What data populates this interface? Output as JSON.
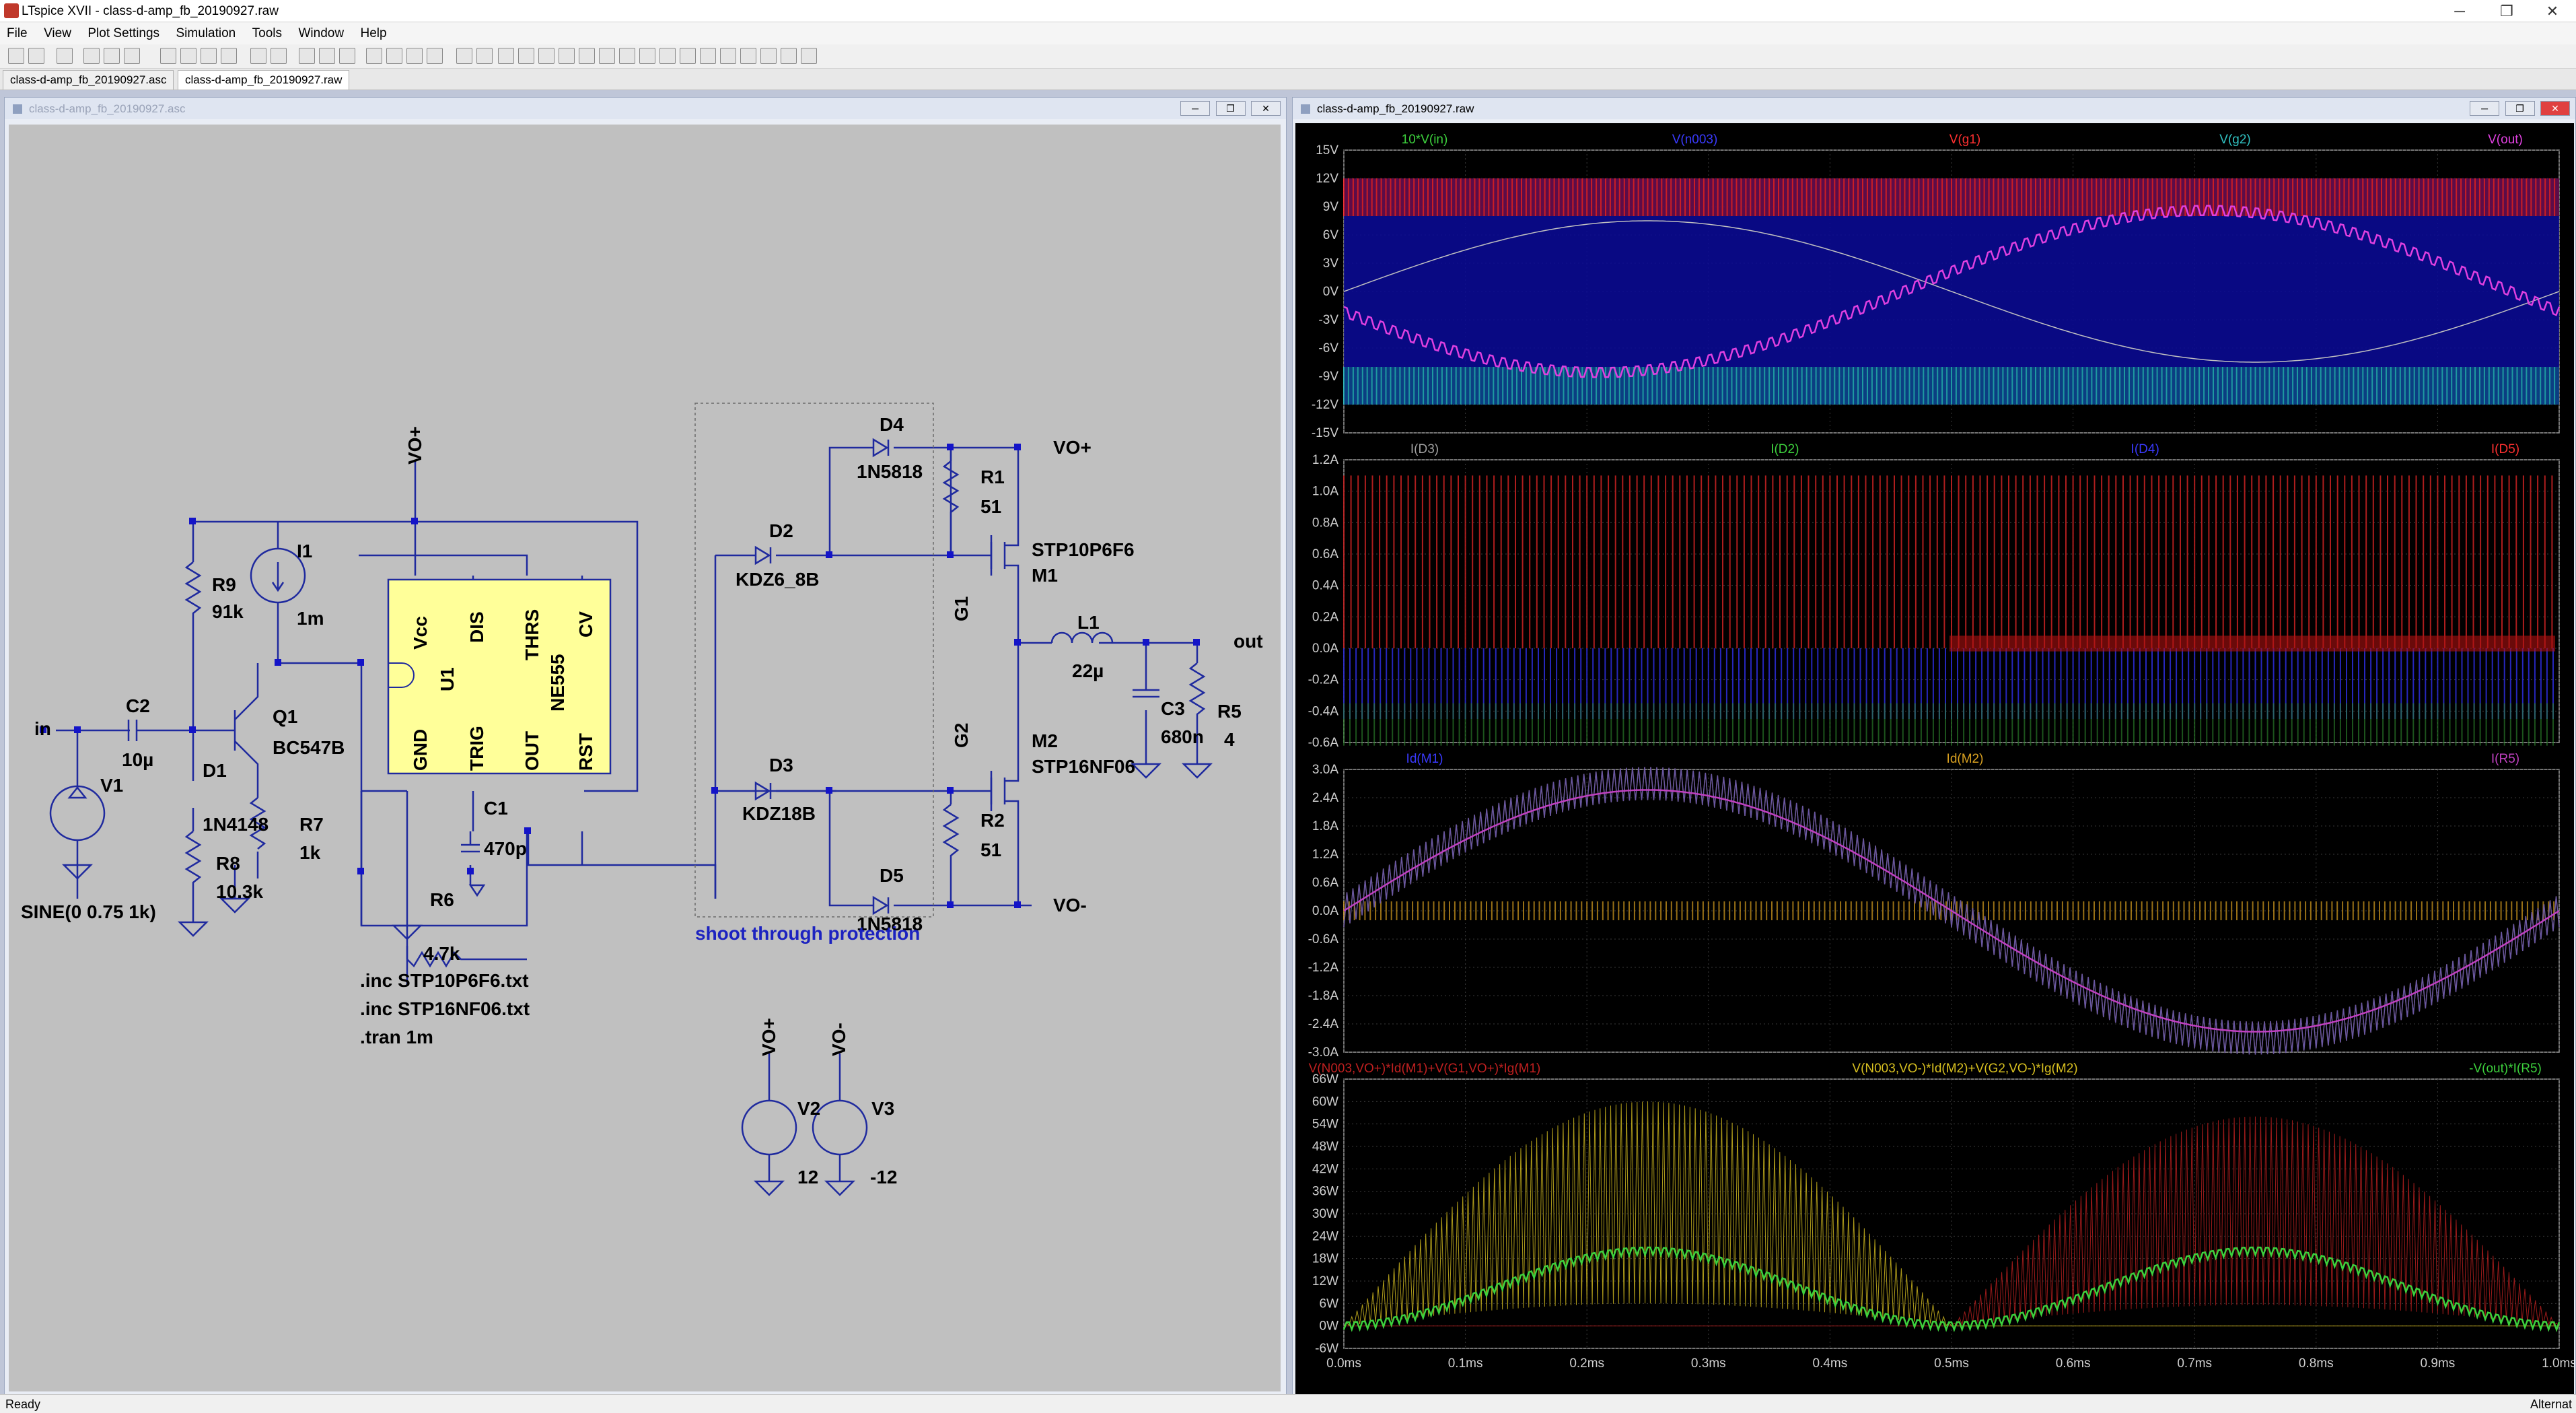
{
  "window": {
    "title": "LTspice XVII - class-d-amp_fb_20190927.raw",
    "minimize": "─",
    "maximize": "❐",
    "close": "✕"
  },
  "menu": [
    "File",
    "View",
    "Plot Settings",
    "Simulation",
    "Tools",
    "Window",
    "Help"
  ],
  "tabs": [
    "class-d-amp_fb_20190927.asc",
    "class-d-amp_fb_20190927.raw"
  ],
  "schematic_window": {
    "title": "class-d-amp_fb_20190927.asc",
    "labels": {
      "vo_plus_top": "VO+",
      "in": "in",
      "c2": "C2",
      "c2_val": "10µ",
      "v1": "V1",
      "v1_val": "SINE(0 0.75 1k)",
      "r9": "R9",
      "r9_val": "91k",
      "i1": "I1",
      "i1_val": "1m",
      "q1": "Q1",
      "q1_val": "BC547B",
      "d1": "D1",
      "d1_val": "1N4148",
      "r7": "R7",
      "r7_val": "1k",
      "r8": "R8",
      "r8_val": "10.3k",
      "u1": "U1",
      "ne555": "NE555",
      "pin_vcc": "Vcc",
      "pin_dis": "DIS",
      "pin_thrs": "THRS",
      "pin_cv": "CV",
      "pin_gnd": "GND",
      "pin_trig": "TRIG",
      "pin_out": "OUT",
      "pin_rst": "RST",
      "c1": "C1",
      "c1_val": "470p",
      "r6": "R6",
      "r6_val": "4.7k",
      "inc1": ".inc STP10P6F6.txt",
      "inc2": ".inc STP16NF06.txt",
      "tran": ".tran 1m",
      "d4": "D4",
      "d4_val": "1N5818",
      "d2": "D2",
      "d2_val": "KDZ6_8B",
      "d3": "D3",
      "d3_val": "KDZ18B",
      "d5": "D5",
      "d5_val": "1N5818",
      "r1": "R1",
      "r1_val": "51",
      "r2": "R2",
      "r2_val": "51",
      "m1": "M1",
      "m1_val": "STP10P6F6",
      "m2": "M2",
      "m2_val": "STP16NF06",
      "g1": "G1",
      "g2": "G2",
      "vo_plus": "VO+",
      "vo_minus": "VO-",
      "l1": "L1",
      "l1_val": "22µ",
      "c3": "C3",
      "c3_val": "680n",
      "r5": "R5",
      "r5_val": "4",
      "out": "out",
      "shoot": "shoot through protection",
      "v2": "V2",
      "v2_val": "12",
      "v3": "V3",
      "v3_val": "-12",
      "v2_net": "VO+",
      "v3_net": "VO-"
    }
  },
  "waveform_window": {
    "title": "class-d-amp_fb_20190927.raw",
    "x_ticks": [
      "0.0ms",
      "0.1ms",
      "0.2ms",
      "0.3ms",
      "0.4ms",
      "0.5ms",
      "0.6ms",
      "0.7ms",
      "0.8ms",
      "0.9ms",
      "1.0ms"
    ],
    "panes": [
      {
        "traces": [
          {
            "name": "10*V(in)",
            "color": "#3dd13d"
          },
          {
            "name": "V(n003)",
            "color": "#3a3aff"
          },
          {
            "name": "V(g1)",
            "color": "#ff3030"
          },
          {
            "name": "V(g2)",
            "color": "#30c0c0"
          },
          {
            "name": "V(out)",
            "color": "#e040e0"
          }
        ],
        "y_ticks": [
          "15V",
          "12V",
          "9V",
          "6V",
          "3V",
          "0V",
          "-3V",
          "-6V",
          "-9V",
          "-12V",
          "-15V"
        ]
      },
      {
        "traces": [
          {
            "name": "I(D3)",
            "color": "#a0a0a0"
          },
          {
            "name": "I(D2)",
            "color": "#3dd13d"
          },
          {
            "name": "I(D4)",
            "color": "#3a3aff"
          },
          {
            "name": "I(D5)",
            "color": "#ff3030"
          }
        ],
        "y_ticks": [
          "1.2A",
          "1.0A",
          "0.8A",
          "0.6A",
          "0.4A",
          "0.2A",
          "0.0A",
          "-0.2A",
          "-0.4A",
          "-0.6A"
        ]
      },
      {
        "traces": [
          {
            "name": "Id(M1)",
            "color": "#3a3aff"
          },
          {
            "name": "Id(M2)",
            "color": "#d8a020"
          },
          {
            "name": "I(R5)",
            "color": "#c040c0"
          }
        ],
        "y_ticks": [
          "3.0A",
          "2.4A",
          "1.8A",
          "1.2A",
          "0.6A",
          "0.0A",
          "-0.6A",
          "-1.2A",
          "-1.8A",
          "-2.4A",
          "-3.0A"
        ]
      },
      {
        "traces": [
          {
            "name": "V(N003,VO+)*Id(M1)+V(G1,VO+)*Ig(M1)",
            "color": "#c02020"
          },
          {
            "name": "V(N003,VO-)*Id(M2)+V(G2,VO-)*Ig(M2)",
            "color": "#d8c020"
          },
          {
            "name": "-V(out)*I(R5)",
            "color": "#3dd13d"
          }
        ],
        "y_ticks": [
          "66W",
          "60W",
          "54W",
          "48W",
          "42W",
          "36W",
          "30W",
          "24W",
          "18W",
          "12W",
          "6W",
          "0W",
          "-6W"
        ]
      }
    ]
  },
  "status": {
    "left": "Ready",
    "right": "Alternat"
  }
}
